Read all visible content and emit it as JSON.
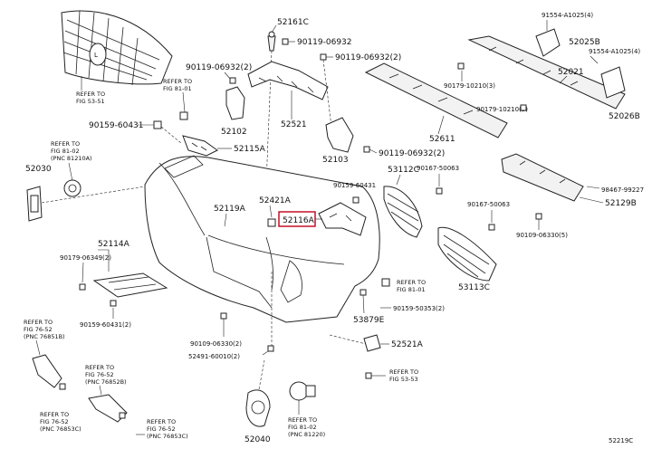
{
  "labels": {
    "p52161C": "52161C",
    "p91554a": "91554-A1025(4)",
    "p52025B": "52025B",
    "p91554b": "91554-A1025(4)",
    "p90119a": "90119-06932",
    "p90119b": "90119-06932(2)",
    "p90119c": "90119-06932(2)",
    "p52021": "52021",
    "p90179a": "90179-10210(3)",
    "p90179b": "90179-10210(3)",
    "p52026B": "52026B",
    "p52102": "52102",
    "p52521": "52521",
    "p52611": "52611",
    "p90159a": "90159-60431",
    "p52115A": "52115A",
    "p52103": "52103",
    "p90119d": "90119-06932(2)",
    "p52030": "52030",
    "p53112C": "53112C",
    "p90159b": "90159-60431",
    "p90167a": "90167-50063",
    "p98467": "98467-99227",
    "p52129B": "52129B",
    "p52421A": "52421A",
    "p52119A": "52119A",
    "p52116A": "52116A",
    "p90167b": "90167-50063",
    "p90109a": "90109-06330(5)",
    "p52114A": "52114A",
    "p90179c": "90179-06349(2)",
    "p53113C": "53113C",
    "p90159c": "90159-60431(2)",
    "p90159d": "90159-50353(2)",
    "p53879E": "53879E",
    "p90109b": "90109-06330(2)",
    "p52491": "52491-60010(2)",
    "p52521A": "52521A",
    "p52040": "52040",
    "watermark": "52219C"
  },
  "refs": {
    "r1": {
      "l1": "REFER TO",
      "l2": "FIG 53-51"
    },
    "r2": {
      "l1": "REFER TO",
      "l2": "FIG 81-01"
    },
    "r3": {
      "l1": "REFER TO",
      "l2": "FIG 81-02",
      "l3": "(PNC 81210A)"
    },
    "r4": {
      "l1": "REFER TO",
      "l2": "FIG 81-01"
    },
    "r5": {
      "l1": "REFER TO",
      "l2": "FIG 76-52",
      "l3": "(PNC 76851B)"
    },
    "r6": {
      "l1": "REFER TO",
      "l2": "FIG 76-52",
      "l3": "(PNC 76852B)"
    },
    "r7": {
      "l1": "REFER TO",
      "l2": "FIG 53-53"
    },
    "r8": {
      "l1": "REFER TO",
      "l2": "FIG 76-52",
      "l3": "(PNC 76853C)"
    },
    "r9": {
      "l1": "REFER TO",
      "l2": "FIG 76-52",
      "l3": "(PNC 76853C)"
    },
    "r10": {
      "l1": "REFER TO",
      "l2": "FIG 81-02",
      "l3": "(PNC 81220)"
    }
  },
  "colors": {
    "highlight": "#c0001a",
    "ink": "#222222"
  }
}
